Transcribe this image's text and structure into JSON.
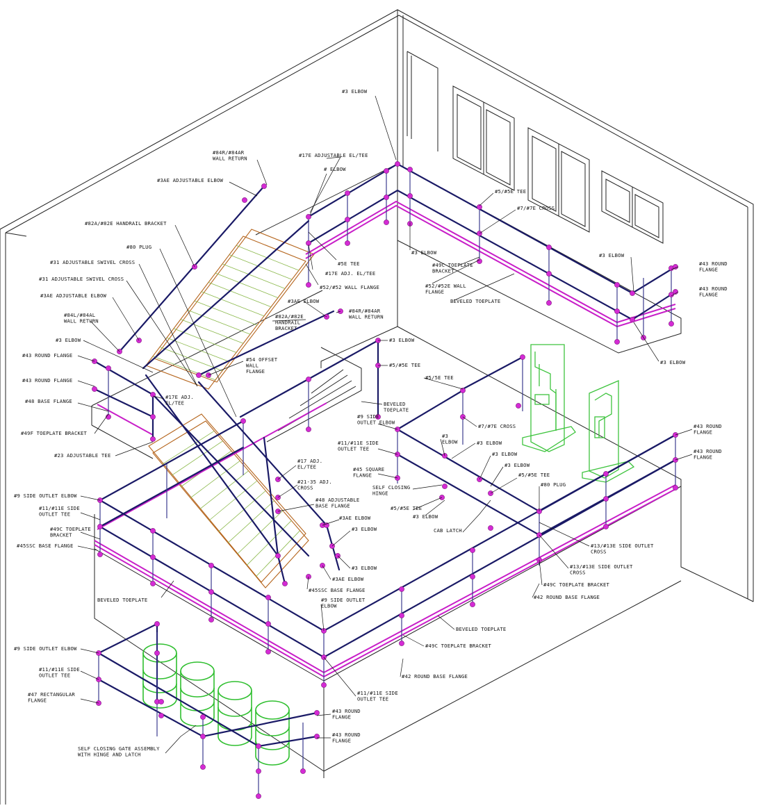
{
  "labels": [
    {
      "id": "l01",
      "lines": [
        "#3 ELBOW"
      ]
    },
    {
      "id": "l02",
      "lines": [
        "#17E ADJUSTABLE EL/TEE"
      ]
    },
    {
      "id": "l03",
      "lines": [
        "#84R/#84AR",
        "WALL RETURN"
      ]
    },
    {
      "id": "l04",
      "lines": [
        "#3AE ADJUSTABLE ELBOW"
      ]
    },
    {
      "id": "l05",
      "lines": [
        "# ELBOW"
      ]
    },
    {
      "id": "l06",
      "lines": [
        "#5/#5E TEE"
      ]
    },
    {
      "id": "l07",
      "lines": [
        "#7/#7E CROSS"
      ]
    },
    {
      "id": "l08",
      "lines": [
        "#82A/#82E HANDRAIL BRACKET"
      ]
    },
    {
      "id": "l09",
      "lines": [
        "#80 PLUG"
      ]
    },
    {
      "id": "l10",
      "lines": [
        "#5E TEE"
      ]
    },
    {
      "id": "l11",
      "lines": [
        "#17E ADJ. EL/TEE"
      ]
    },
    {
      "id": "l12",
      "lines": [
        "#3 ELBOW"
      ]
    },
    {
      "id": "l13",
      "lines": [
        "#49C TOEPLATE",
        "BRACKET"
      ]
    },
    {
      "id": "l14",
      "lines": [
        "#3 ELBOW"
      ]
    },
    {
      "id": "l15",
      "lines": [
        "#43 ROUND",
        "FLANGE"
      ]
    },
    {
      "id": "l16",
      "lines": [
        "#31 ADJUSTABLE SWIVEL CROSS"
      ]
    },
    {
      "id": "l17",
      "lines": [
        "#31 ADJUSTABLE SWIVEL CROSS"
      ]
    },
    {
      "id": "l18",
      "lines": [
        "#52/#52 WALL FLANGE"
      ]
    },
    {
      "id": "l19",
      "lines": [
        "#52/#52E WALL",
        "FLANGE"
      ]
    },
    {
      "id": "l20",
      "lines": [
        "#43 ROUND",
        "FLANGE"
      ]
    },
    {
      "id": "l21",
      "lines": [
        "BEVELED TOEPLATE"
      ]
    },
    {
      "id": "l22",
      "lines": [
        "#3AE ADJUSTABLE ELBOW"
      ]
    },
    {
      "id": "l23",
      "lines": [
        "#3AE ELBOW"
      ]
    },
    {
      "id": "l24",
      "lines": [
        "#84R/#84AR",
        "WALL RETURN"
      ]
    },
    {
      "id": "l25",
      "lines": [
        "#84L/#84AL",
        "WALL RETURN"
      ]
    },
    {
      "id": "l26",
      "lines": [
        "#82A/#82E",
        "HANDRAIL",
        "BRACKET"
      ]
    },
    {
      "id": "l27",
      "lines": [
        "#3 ELBOW"
      ]
    },
    {
      "id": "l28",
      "lines": [
        "#3 ELBOW"
      ]
    },
    {
      "id": "l29",
      "lines": [
        "#43 ROUND FLANGE"
      ]
    },
    {
      "id": "l30",
      "lines": [
        "#54 OFFSET",
        "WALL",
        "FLANGE"
      ]
    },
    {
      "id": "l31",
      "lines": [
        "#3 ELBOW"
      ]
    },
    {
      "id": "l32",
      "lines": [
        "#5/#5E TEE"
      ]
    },
    {
      "id": "l33",
      "lines": [
        "#43 ROUND FLANGE"
      ]
    },
    {
      "id": "l34",
      "lines": [
        "#17E ADJ.",
        "EL/TEE"
      ]
    },
    {
      "id": "l35",
      "lines": [
        "#5/5E TEE"
      ]
    },
    {
      "id": "l36",
      "lines": [
        "#48 BASE FLANGE"
      ]
    },
    {
      "id": "l37",
      "lines": [
        "BEVELED",
        "TOEPLATE"
      ]
    },
    {
      "id": "l38",
      "lines": [
        "#49F TOEPLATE BRACKET"
      ]
    },
    {
      "id": "l39",
      "lines": [
        "#9 SIDE",
        "OUTLET ELBOW"
      ]
    },
    {
      "id": "l40",
      "lines": [
        "#7/#7E CROSS"
      ]
    },
    {
      "id": "l41",
      "lines": [
        "#23 ADJUSTABLE TEE"
      ]
    },
    {
      "id": "l42",
      "lines": [
        "#43 ROUND",
        "FLANGE"
      ]
    },
    {
      "id": "l43",
      "lines": [
        "#3",
        "ELBOW"
      ]
    },
    {
      "id": "l44",
      "lines": [
        "#3 ELBOW"
      ]
    },
    {
      "id": "l45",
      "lines": [
        "#11/#11E SIDE",
        "OUTLET TEE"
      ]
    },
    {
      "id": "l46",
      "lines": [
        "#43 ROUND",
        "FLANGE"
      ]
    },
    {
      "id": "l47",
      "lines": [
        "#17 ADJ.",
        "EL/TEE"
      ]
    },
    {
      "id": "l48",
      "lines": [
        "#3 ELBOW"
      ]
    },
    {
      "id": "l49",
      "lines": [
        "#3 ELBOW"
      ]
    },
    {
      "id": "l50",
      "lines": [
        "#45 SQUARE",
        "FLANGE"
      ]
    },
    {
      "id": "l51",
      "lines": [
        "#5/#5E TEE"
      ]
    },
    {
      "id": "l52",
      "lines": [
        "#9 SIDE OUTLET ELBOW"
      ]
    },
    {
      "id": "l53",
      "lines": [
        "#21-35 ADJ.",
        "CROSS"
      ]
    },
    {
      "id": "l54",
      "lines": [
        "SELF CLOSING",
        "HINGE"
      ]
    },
    {
      "id": "l55",
      "lines": [
        "#80 PLUG"
      ]
    },
    {
      "id": "l56",
      "lines": [
        "#11/#11E SIDE",
        "OUTLET TEE"
      ]
    },
    {
      "id": "l57",
      "lines": [
        "#48 ADJUSTABLE",
        "BASE FLANGE"
      ]
    },
    {
      "id": "l58",
      "lines": [
        "#5/#5E TEE"
      ]
    },
    {
      "id": "l59",
      "lines": [
        "#49C TOEPLATE",
        "BRACKET"
      ]
    },
    {
      "id": "l60",
      "lines": [
        "#3AE ELBOW"
      ]
    },
    {
      "id": "l61",
      "lines": [
        "#3 ELBOW"
      ]
    },
    {
      "id": "l62",
      "lines": [
        "#3 ELBOW"
      ]
    },
    {
      "id": "l63",
      "lines": [
        "CAB LATCH"
      ]
    },
    {
      "id": "l64",
      "lines": [
        "#45SSC BASE FLANGE"
      ]
    },
    {
      "id": "l65",
      "lines": [
        "#13/#13E SIDE OUTLET",
        "CROSS"
      ]
    },
    {
      "id": "l66",
      "lines": [
        "#3 ELBOW"
      ]
    },
    {
      "id": "l67",
      "lines": [
        "#13/#13E SIDE OUTLET",
        "CROSS"
      ]
    },
    {
      "id": "l68",
      "lines": [
        "#3AE ELBOW"
      ]
    },
    {
      "id": "l69",
      "lines": [
        "#49C TOEPLATE BRACKET"
      ]
    },
    {
      "id": "l70",
      "lines": [
        "BEVELED TOEPLATE"
      ]
    },
    {
      "id": "l71",
      "lines": [
        "#45SSC BASE FLANGE"
      ]
    },
    {
      "id": "l72",
      "lines": [
        "#42 ROUND BASE FLANGE"
      ]
    },
    {
      "id": "l73",
      "lines": [
        "#9 SIDE OUTLET",
        "ELBOW"
      ]
    },
    {
      "id": "l74",
      "lines": [
        "BEVELED TOEPLATE"
      ]
    },
    {
      "id": "l75",
      "lines": [
        "#9 SIDE OUTLET ELBOW"
      ]
    },
    {
      "id": "l76",
      "lines": [
        "#49C TOEPLATE BRACKET"
      ]
    },
    {
      "id": "l77",
      "lines": [
        "#11/#11E SIDE",
        "OUTLET TEE"
      ]
    },
    {
      "id": "l78",
      "lines": [
        "#42 ROUND BASE FLANGE"
      ]
    },
    {
      "id": "l79",
      "lines": [
        "#47 RECTANGULAR",
        "FLANGE"
      ]
    },
    {
      "id": "l80",
      "lines": [
        "#11/#11E SIDE",
        "OUTLET TEE"
      ]
    },
    {
      "id": "l81",
      "lines": [
        "#43 ROUND",
        "FLANGE"
      ]
    },
    {
      "id": "l82",
      "lines": [
        "SELF CLOSING GATE ASSEMBLY",
        "WITH HINGE AND LATCH"
      ]
    },
    {
      "id": "l83",
      "lines": [
        "#43 ROUND",
        "FLANGE"
      ]
    }
  ],
  "colors": {
    "rail": "#1a1a66",
    "fitting": "#d42bd4",
    "toeplate": "#c81ec8",
    "stair": "#b5651d",
    "equipment": "#3ec43e"
  }
}
